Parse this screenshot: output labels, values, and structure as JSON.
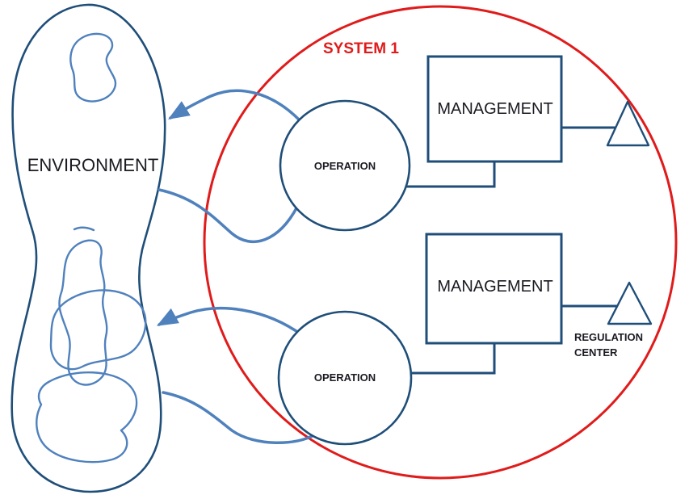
{
  "diagram": {
    "environment": {
      "label": "ENVIRONMENT"
    },
    "system": {
      "label": "SYSTEM 1"
    },
    "operations": [
      {
        "label": "OPERATION"
      },
      {
        "label": "OPERATION"
      }
    ],
    "managements": [
      {
        "label": "MANAGEMENT"
      },
      {
        "label": "MANAGEMENT"
      }
    ],
    "regulation_center": {
      "line1": "REGULATION",
      "line2": "CENTER"
    },
    "colors": {
      "outline_navy": "#1f4e79",
      "accent_blue": "#4f81bd",
      "system_boundary_red": "#e01b1b",
      "text": "#1b1b23"
    }
  }
}
